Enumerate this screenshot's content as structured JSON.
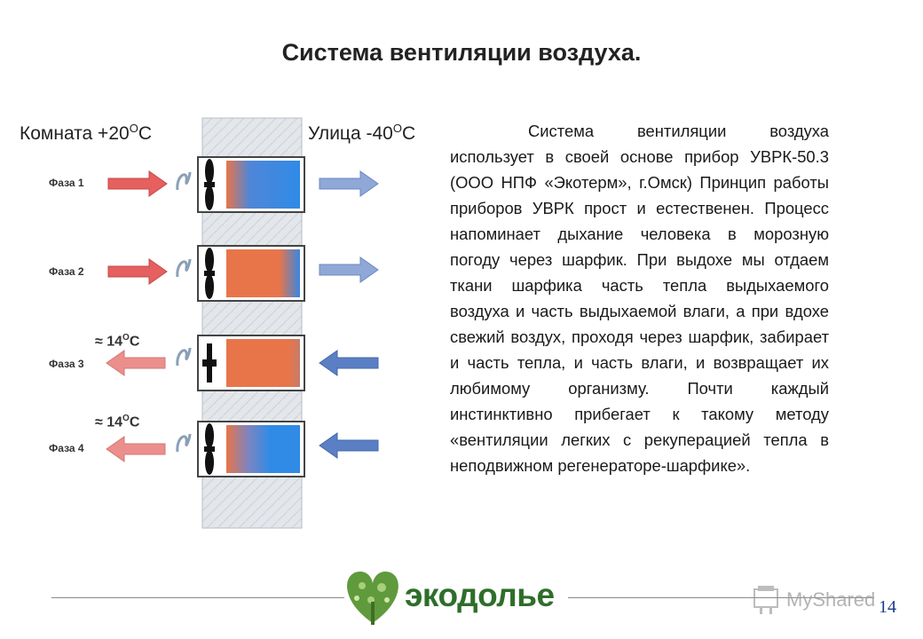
{
  "title": "Система вентиляции воздуха.",
  "diagram": {
    "room_label": "Комната +20",
    "room_unit": "C",
    "street_label": "Улица -40",
    "street_unit": "C",
    "degree_mark": "O",
    "phases": [
      {
        "label": "Фаза 1",
        "flow": "out",
        "fill": "gradient-left-orange"
      },
      {
        "label": "Фаза 2",
        "flow": "out",
        "fill": "mostly-orange"
      },
      {
        "label": "Фаза 3",
        "flow": "in",
        "temp": "≈ 14",
        "temp_unit": "C",
        "fill": "orange"
      },
      {
        "label": "Фаза 4",
        "flow": "in",
        "temp": "≈ 14",
        "temp_unit": "C",
        "fill": "gradient-blue"
      }
    ],
    "colors": {
      "warm": "#e8754a",
      "cold": "#2f8be6",
      "wall": "#dfe3e8",
      "arrow_red": "#e5605e",
      "arrow_blue": "#6f8fc9"
    }
  },
  "body_text": "Система вентиляции воздуха использует в своей основе прибор УВРК-50.3 (ООО НПФ «Экотерм», г.Омск) Принцип работы приборов УВРК прост и естественен. Процесс напоминает дыхание человека в морозную погоду через шарфик. При выдохе мы отдаем ткани шарфика часть тепла выдыхаемого воздуха и часть выдыхаемой влаги, а при вдохе свежий воздух, проходя через шарфик, забирает и часть тепла, и часть влаги, и возвращает их любимому организму. Почти каждый инстинктивно прибегает к такому методу «вентиляции легких с рекуперацией тепла в неподвижном регенераторе-шарфике».",
  "footer": {
    "brand": "экодолье",
    "page_number": "14",
    "watermark": "MyShared"
  }
}
